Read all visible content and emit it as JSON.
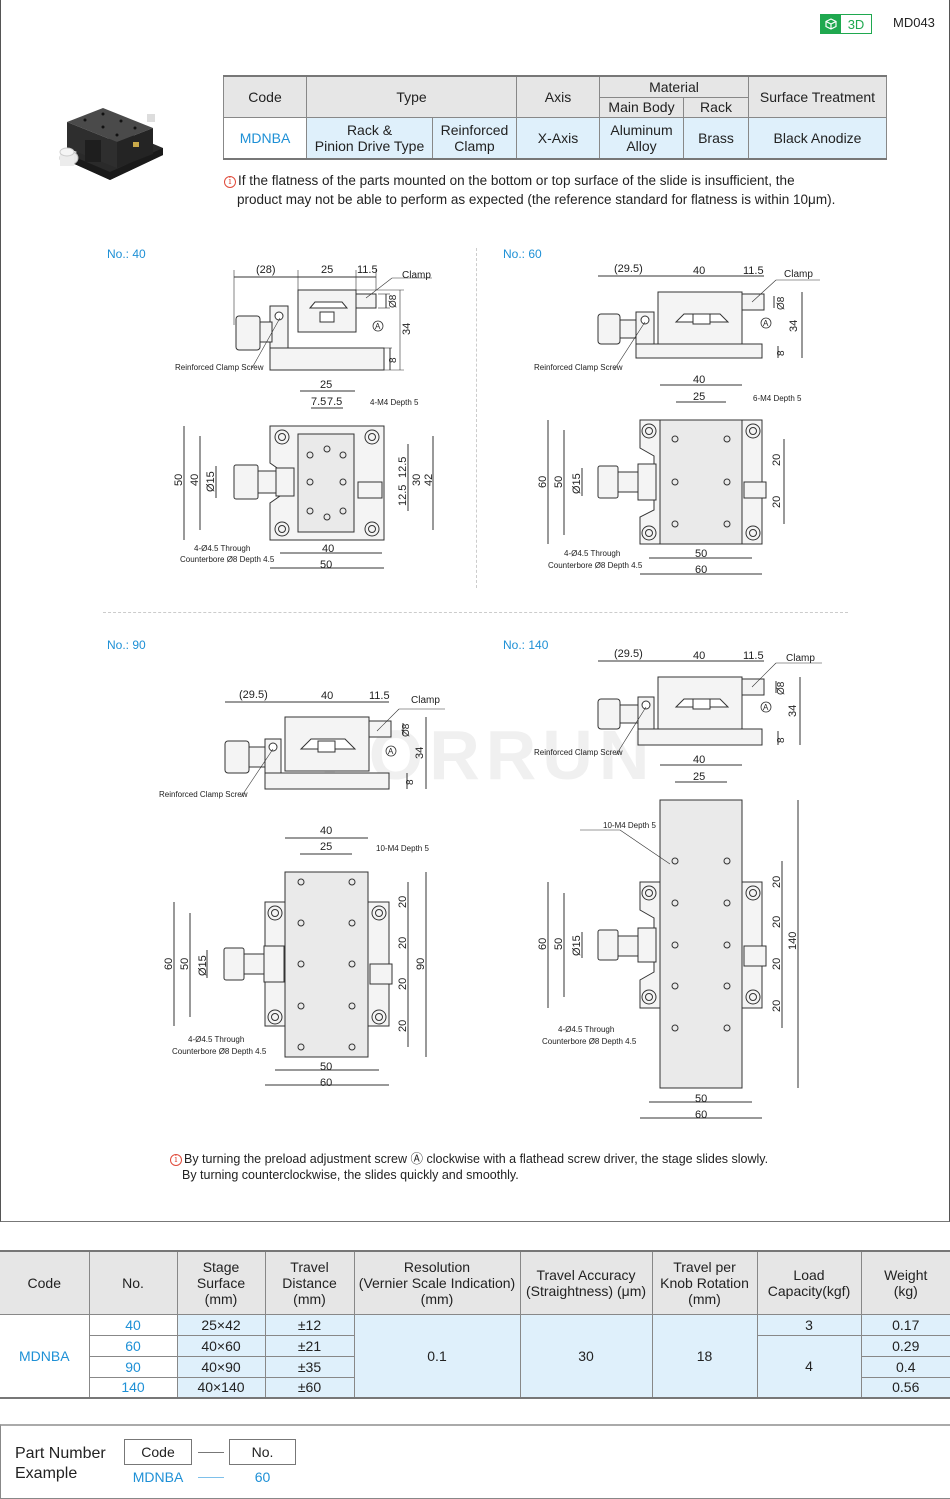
{
  "header": {
    "badge_3d_label": "3D",
    "badge_icon": "cube-icon",
    "model_code": "MD043",
    "accent_green": "#1fa84f"
  },
  "product_image": {
    "alt": "XY rack and pinion stage product photo"
  },
  "type_table": {
    "headers": {
      "code": "Code",
      "type": "Type",
      "axis": "Axis",
      "material": "Material",
      "main_body": "Main Body",
      "rack": "Rack",
      "surface_treatment": "Surface Treatment"
    },
    "row": {
      "code": "MDNBA",
      "type_drive_line1": "Rack &",
      "type_drive_line2": "Pinion Drive Type",
      "type_clamp_line1": "Reinforced",
      "type_clamp_line2": "Clamp",
      "axis": "X-Axis",
      "main_body_line1": "Aluminum",
      "main_body_line2": "Alloy",
      "rack": "Brass",
      "surface_treatment": "Black Anodize"
    }
  },
  "note_flatness": {
    "icon": "info-icon",
    "line1": "If the flatness of the parts mounted on the bottom or top surface of the slide is insufficient, the",
    "line2": "product may not be able to perform as expected (the reference standard for flatness is within 10μm)."
  },
  "drawings": {
    "common": {
      "clamp": "Clamp",
      "reinforced_clamp_screw": "Reinforced Clamp Screw",
      "dia8": "Ø8",
      "h34": "34",
      "h8": "8",
      "dim_11_5": "11.5",
      "mark_a": "A",
      "dia15": "Ø15",
      "through_line1": "4-Ø4.5 Through",
      "through_line2": "Counterbore Ø8 Depth 4.5"
    },
    "no40": {
      "label": "No.: 40",
      "side_left": "(28)",
      "side_mid": "25",
      "top_25": "25",
      "top_7_5a": "7.5",
      "top_7_5b": "7.5",
      "tap": "4-M4 Depth 5",
      "left_50": "50",
      "left_40": "40",
      "right_12_5a": "12.5",
      "right_12_5b": "12.5",
      "right_30": "30",
      "right_42": "42",
      "bottom_40": "40",
      "bottom_50": "50"
    },
    "no60": {
      "label": "No.: 60",
      "side_left": "(29.5)",
      "side_mid": "40",
      "top_40": "40",
      "top_25": "25",
      "tap": "6-M4 Depth 5",
      "left_60": "60",
      "left_50": "50",
      "right_20a": "20",
      "right_20b": "20",
      "bottom_50": "50",
      "bottom_60": "60"
    },
    "no90": {
      "label": "No.: 90",
      "side_left": "(29.5)",
      "side_mid": "40",
      "top_40": "40",
      "top_25": "25",
      "tap": "10-M4 Depth 5",
      "left_60": "60",
      "left_50": "50",
      "right_20": "20",
      "right_90": "90",
      "bottom_50": "50",
      "bottom_60": "60"
    },
    "no140": {
      "label": "No.: 140",
      "side_left": "(29.5)",
      "side_mid": "40",
      "top_40": "40",
      "top_25": "25",
      "tap": "10-M4 Depth 5",
      "left_60": "60",
      "left_50": "50",
      "right_20": "20",
      "right_140": "140",
      "bottom_50": "50",
      "bottom_60": "60"
    }
  },
  "watermark": "FORRUN",
  "note_preload": {
    "icon": "info-icon",
    "line1_a": "By turning the preload adjustment screw ",
    "line1_mark": "Ⓐ",
    "line1_b": " clockwise with a flathead screw driver, the stage slides slowly.",
    "line2": "By turning counterclockwise, the slides quickly and smoothly."
  },
  "spec_table": {
    "headers": [
      "Code",
      "No.",
      "Stage\nSurface\n(mm)",
      "Travel\nDistance\n(mm)",
      "Resolution\n(Vernier Scale Indication)\n(mm)",
      "Travel Accuracy\n(Straightness) (μm)",
      "Travel per\nKnob Rotation\n(mm)",
      "Load\nCapacity(kgf)",
      "Weight\n(kg)"
    ],
    "code": "MDNBA",
    "resolution": "0.1",
    "travel_accuracy": "30",
    "travel_per_rotation": "18",
    "load_capacity": [
      "3",
      "4"
    ],
    "rows": [
      {
        "no": "40",
        "stage_surface": "25×42",
        "travel": "±12",
        "weight": "0.17"
      },
      {
        "no": "60",
        "stage_surface": "40×60",
        "travel": "±21",
        "weight": "0.29"
      },
      {
        "no": "90",
        "stage_surface": "40×90",
        "travel": "±35",
        "weight": "0.4"
      },
      {
        "no": "140",
        "stage_surface": "40×140",
        "travel": "±60",
        "weight": "0.56"
      }
    ]
  },
  "part_number": {
    "title_line1": "Part Number",
    "title_line2": "Example",
    "code_label": "Code",
    "no_label": "No.",
    "code_value": "MDNBA",
    "no_value": "60"
  },
  "colors": {
    "link_blue": "#1e90d6",
    "header_gray": "#e6e6e6",
    "cell_blue": "#dff0fb",
    "info_red": "#e04a3a"
  }
}
